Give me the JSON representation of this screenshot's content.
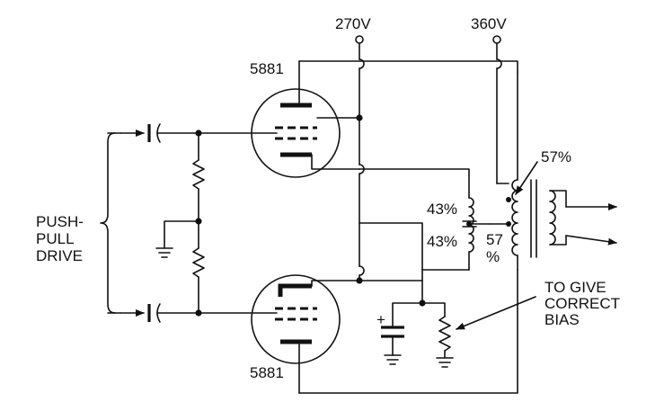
{
  "supplies": {
    "screen_voltage": "270V",
    "plate_voltage": "360V"
  },
  "tubes": {
    "upper": "5881",
    "lower": "5881"
  },
  "transformer": {
    "primary_tap_percent": "57%",
    "primary_lower_percent": "57",
    "primary_lower_unit": "%"
  },
  "screen_tap": {
    "upper_percent": "43%",
    "lower_percent": "43%"
  },
  "input": {
    "label_line1": "PUSH-",
    "label_line2": "PULL",
    "label_line3": "DRIVE"
  },
  "annotation": {
    "line1": "TO GIVE",
    "line2": "CORRECT",
    "line3": "BIAS"
  },
  "capacitor_polarity": "+"
}
